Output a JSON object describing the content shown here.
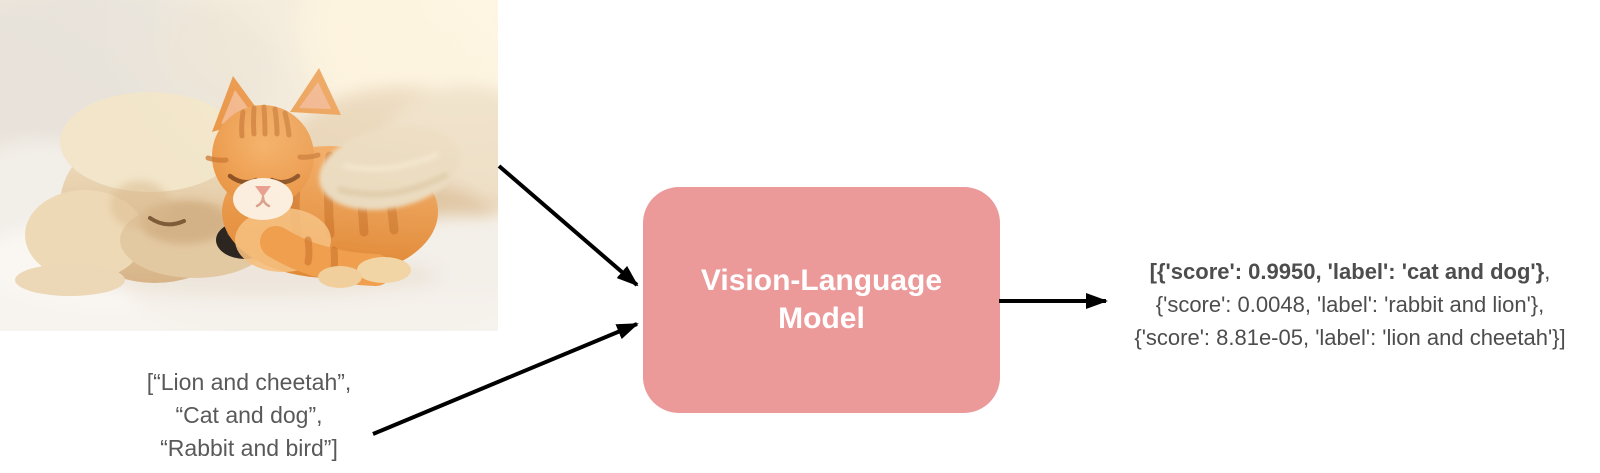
{
  "diagram": {
    "input_image": {
      "alt": "Photo of a sleeping cream-colored puppy with an orange tabby kitten resting on its head"
    },
    "input_text": {
      "lines": [
        "[“Lion and cheetah”,",
        "“Cat and dog”,",
        "“Rabbit and bird”]"
      ]
    },
    "model": {
      "label_line1": "Vision-Language",
      "label_line2": "Model"
    },
    "output": {
      "line1_bold": "[{'score': 0.9950, 'label': 'cat and dog'}",
      "line1_rest": ",",
      "line2": "{'score': 0.0048, 'label': 'rabbit and lion'},",
      "line3": "{'score': 8.81e-05, 'label': 'lion and cheetah'}]"
    },
    "colors": {
      "model_box_fill": "#eb9999",
      "model_box_text": "#ffffff",
      "arrow": "#000000",
      "input_text_gray": "#595959",
      "output_text_gray": "#4d4d4d"
    }
  }
}
